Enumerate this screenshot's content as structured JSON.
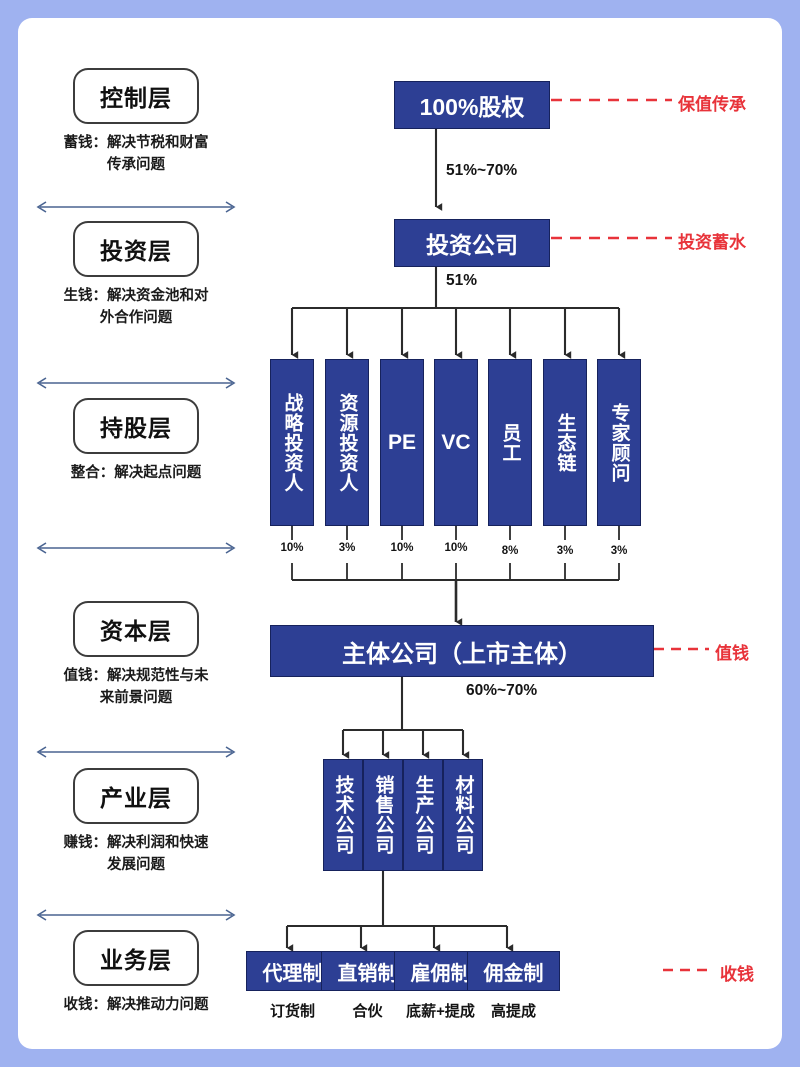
{
  "theme": {
    "page_border": "#9fb2f0",
    "node_blue": "#2d3f94",
    "annotation_red": "#e8333a",
    "arrow_slate": "#4a6491",
    "wire_dark": "#2b2b2b"
  },
  "sidebar": {
    "layers": [
      {
        "name": "控制层",
        "desc_line1": "蓄钱：解决节税和财富",
        "desc_line2": "传承问题"
      },
      {
        "name": "投资层",
        "desc_line1": "生钱：解决资金池和对",
        "desc_line2": "外合作问题"
      },
      {
        "name": "持股层",
        "desc_line1": "整合：解决起点问题",
        "desc_line2": ""
      },
      {
        "name": "资本层",
        "desc_line1": "值钱：解决规范性与未",
        "desc_line2": "来前景问题"
      },
      {
        "name": "产业层",
        "desc_line1": "赚钱：解决利润和快速",
        "desc_line2": "发展问题"
      },
      {
        "name": "业务层",
        "desc_line1": "收钱：解决推动力问题",
        "desc_line2": ""
      }
    ]
  },
  "diagram": {
    "equity_node": "100%股权",
    "investment_node": "投资公司",
    "main_company_node": "主体公司（上市主体）",
    "edge_equity_to_investment": "51%~70%",
    "edge_investment_to_shareholders": "51%",
    "edge_main_to_subsidiaries": "60%~70%",
    "shareholders": [
      {
        "label": "战略投资人",
        "pct": "10%"
      },
      {
        "label": "资源投资人",
        "pct": "3%"
      },
      {
        "label": "PE",
        "pct": "10%"
      },
      {
        "label": "VC",
        "pct": "10%"
      },
      {
        "label": "员工",
        "pct": "8%"
      },
      {
        "label": "生态链",
        "pct": "3%"
      },
      {
        "label": "专家顾问",
        "pct": "3%"
      }
    ],
    "subsidiaries": [
      {
        "label": "技术公司"
      },
      {
        "label": "销售公司"
      },
      {
        "label": "生产公司"
      },
      {
        "label": "材料公司"
      }
    ],
    "business_models": [
      {
        "label": "代理制",
        "caption": "订货制"
      },
      {
        "label": "直销制",
        "caption": "合伙"
      },
      {
        "label": "雇佣制",
        "caption": "底薪+提成"
      },
      {
        "label": "佣金制",
        "caption": "高提成"
      }
    ],
    "annotations": [
      {
        "text": "保值传承"
      },
      {
        "text": "投资蓄水"
      },
      {
        "text": "值钱"
      },
      {
        "text": "收钱"
      }
    ]
  }
}
